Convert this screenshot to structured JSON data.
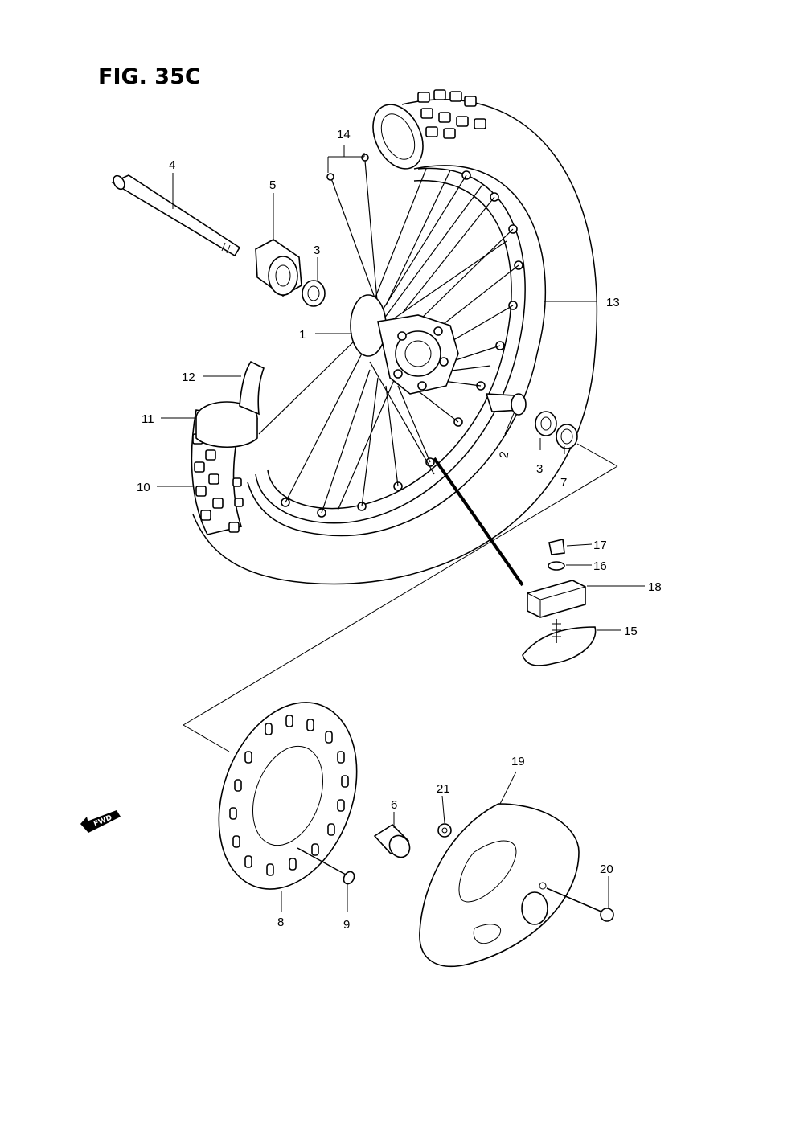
{
  "figure": {
    "title": "FIG. 35C",
    "fwd_label": "FWD"
  },
  "callouts": [
    {
      "id": "c1",
      "label": "1"
    },
    {
      "id": "c2",
      "label": "2"
    },
    {
      "id": "c3a",
      "label": "3"
    },
    {
      "id": "c3b",
      "label": "3"
    },
    {
      "id": "c4",
      "label": "4"
    },
    {
      "id": "c5",
      "label": "5"
    },
    {
      "id": "c6",
      "label": "6"
    },
    {
      "id": "c7",
      "label": "7"
    },
    {
      "id": "c8",
      "label": "8"
    },
    {
      "id": "c9",
      "label": "9"
    },
    {
      "id": "c10",
      "label": "10"
    },
    {
      "id": "c11",
      "label": "11"
    },
    {
      "id": "c12",
      "label": "12"
    },
    {
      "id": "c13",
      "label": "13"
    },
    {
      "id": "c14",
      "label": "14"
    },
    {
      "id": "c15",
      "label": "15"
    },
    {
      "id": "c16",
      "label": "16"
    },
    {
      "id": "c17",
      "label": "17"
    },
    {
      "id": "c18",
      "label": "18"
    },
    {
      "id": "c19",
      "label": "19"
    },
    {
      "id": "c20",
      "label": "20"
    },
    {
      "id": "c21",
      "label": "21"
    }
  ]
}
